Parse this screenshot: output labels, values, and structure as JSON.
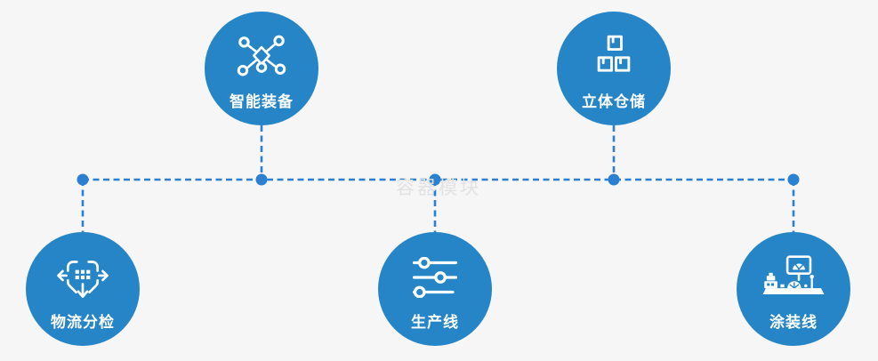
{
  "watermark": "容器模块",
  "colors": {
    "background": "#f6f6f6",
    "node_fill": "#2585c7",
    "connector": "#2b80d2",
    "label_text": "#ffffff",
    "icon": "#ffffff",
    "watermark_text": "#e2e2e2"
  },
  "nodes": [
    {
      "label": "智能装备",
      "icon": "network-nodes-icon",
      "position": "top-left"
    },
    {
      "label": "立体仓储",
      "icon": "stacked-boxes-icon",
      "position": "top-right"
    },
    {
      "label": "物流分检",
      "icon": "sorting-arrows-icon",
      "position": "bottom-left"
    },
    {
      "label": "生产线",
      "icon": "sliders-icon",
      "position": "bottom-middle"
    },
    {
      "label": "涂装线",
      "icon": "machine-console-icon",
      "position": "bottom-right"
    }
  ]
}
